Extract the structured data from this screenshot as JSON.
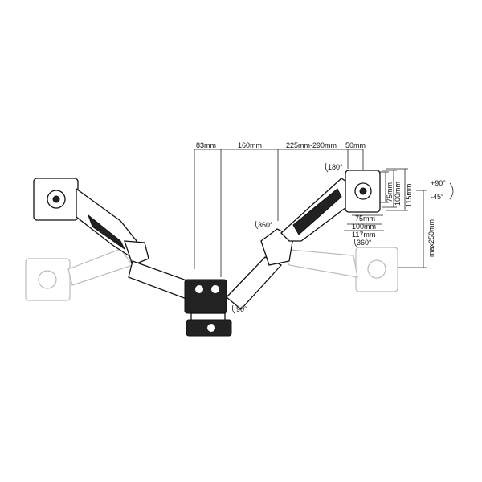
{
  "dimensions": {
    "reach_base": "83mm",
    "arm_segment_1": "160mm",
    "arm_segment_2": "225mm-290mm",
    "tilt_offset": "50mm",
    "vesa_vertical_75": "75mm",
    "vesa_vertical_100": "100mm",
    "plate_height": "115mm",
    "vesa_horizontal_75": "75mm",
    "vesa_horizontal_100": "100mm",
    "plate_width": "117mm",
    "height_adjust": "max250mm"
  },
  "rotations": {
    "rotation_plate": "180°",
    "swivel_head": "360°",
    "swivel_arm": "360°",
    "tilt_up": "+90°",
    "tilt_down": "-45°",
    "wall_mount": "90°"
  }
}
